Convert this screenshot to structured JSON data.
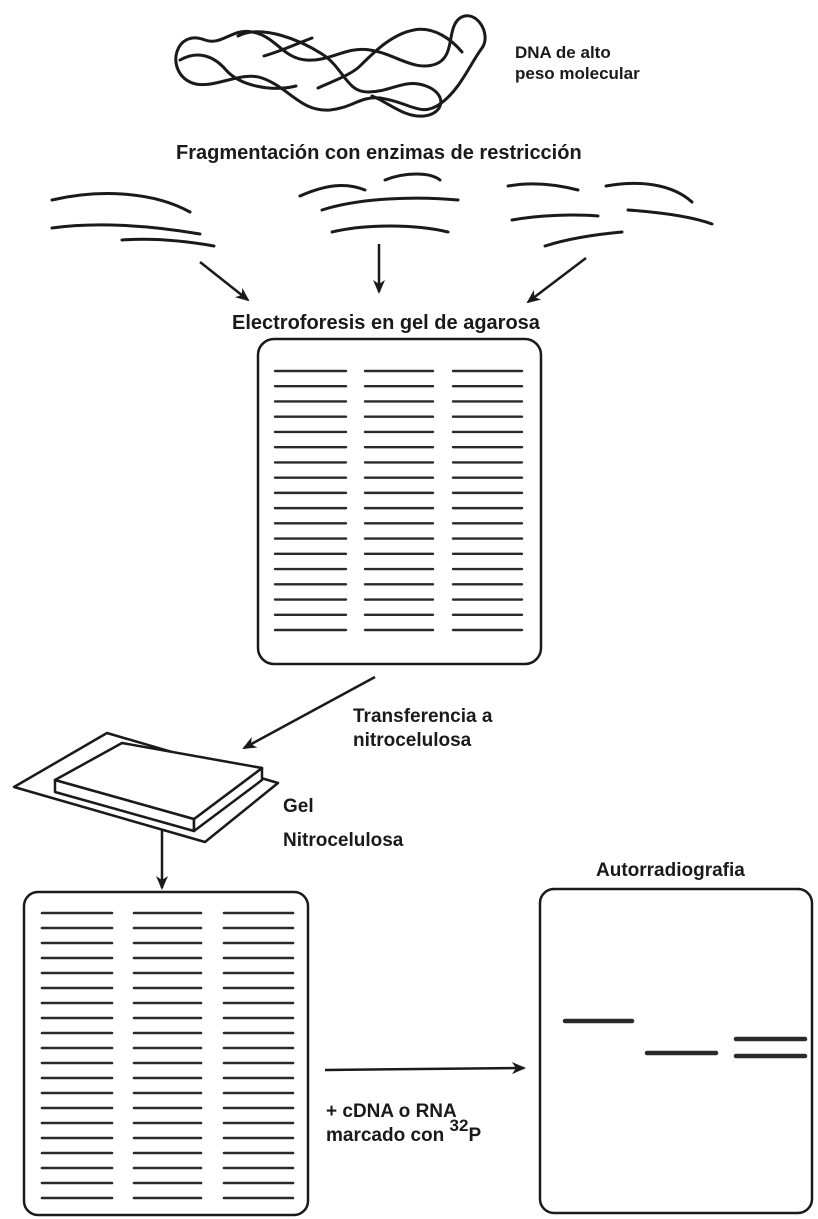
{
  "labels": {
    "dna_line1": "DNA de alto",
    "dna_line2": "peso molecular",
    "fragmentation": "Fragmentación con enzimas de restricción",
    "electrophoresis": "Electroforesis en gel  de agarosa",
    "transfer_line1": "Transferencia a",
    "transfer_line2": "nitrocelulosa",
    "gel": "Gel",
    "nitrocellulose": "Nitrocelulosa",
    "autoradiography": "Autorradiografia",
    "probe_line1": "+ cDNA o RNA",
    "probe_line2_main": "marcado con ",
    "probe_superscript": "32",
    "probe_line2_tail": "P"
  },
  "gel_blot": {
    "lanes": 3,
    "bands_per_lane": 18
  },
  "membrane_blot": {
    "lanes": 3,
    "bands_per_lane": 20
  },
  "autoradiograph": {
    "lanes": 3,
    "bands_per_lane": [
      1,
      1,
      2
    ]
  },
  "colors": {
    "ink": "#1a1a1a",
    "band": "#2a2a2a",
    "background": "#ffffff"
  }
}
